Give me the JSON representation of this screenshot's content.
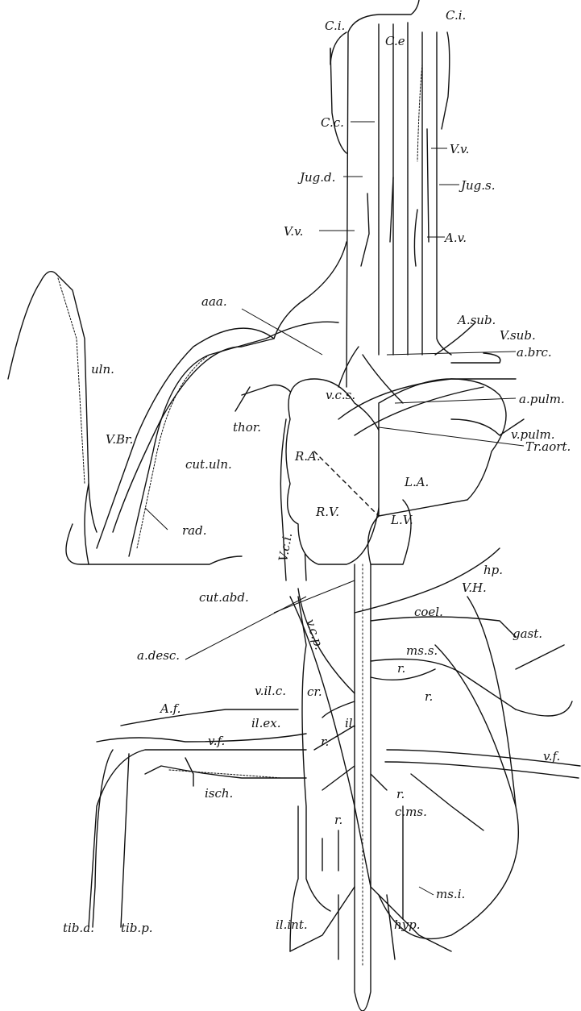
{
  "figure": {
    "labels": {
      "ci_left": "C.i.",
      "ci_right": "C.i.",
      "ce": "C.e",
      "cc": "C.c.",
      "vv_upper": "V.v.",
      "jug_d": "Jug.d.",
      "jug_s": "Jug.s.",
      "vv_lower": "V.v.",
      "av": "A.v.",
      "aaa": "aaa.",
      "a_sub": "A.sub.",
      "v_sub": "V.sub.",
      "uln": "uln.",
      "a_brc": "a.brc.",
      "vcs": "v.c.s.",
      "a_pulm": "a.pulm.",
      "thor": "thor.",
      "v_pulm": "v.pulm.",
      "v_br": "V.Br.",
      "ra": "R.A.",
      "la": "L.A.",
      "tr_aort": "Tr.aort.",
      "cut_uln": "cut.uln.",
      "rv": "R.V.",
      "lv": "L.V.",
      "rad": "rad.",
      "vci": "V.c.i.",
      "hp": "hp.",
      "vh": "V.H.",
      "cut_abd": "cut.abd.",
      "coel": "coel.",
      "gast": "gast.",
      "vcp": "v.c.p.",
      "a_desc": "a.desc.",
      "mss": "ms.s.",
      "r1": "r.",
      "vilc": "v.il.c.",
      "cr": "cr.",
      "r2": "r.",
      "af": "A.f.",
      "ilex": "il.ex.",
      "il": "il.",
      "vf_left": "v.f.",
      "r3": "r.",
      "vf_right": "v.f.",
      "isch": "isch.",
      "r4": "r.",
      "cms": "c.ms.",
      "r5": "r.",
      "msi": "ms.i.",
      "tib_a": "tib.a.",
      "tib_p": "tib.p.",
      "il_int": "il.int.",
      "hyp": "hyp."
    }
  }
}
